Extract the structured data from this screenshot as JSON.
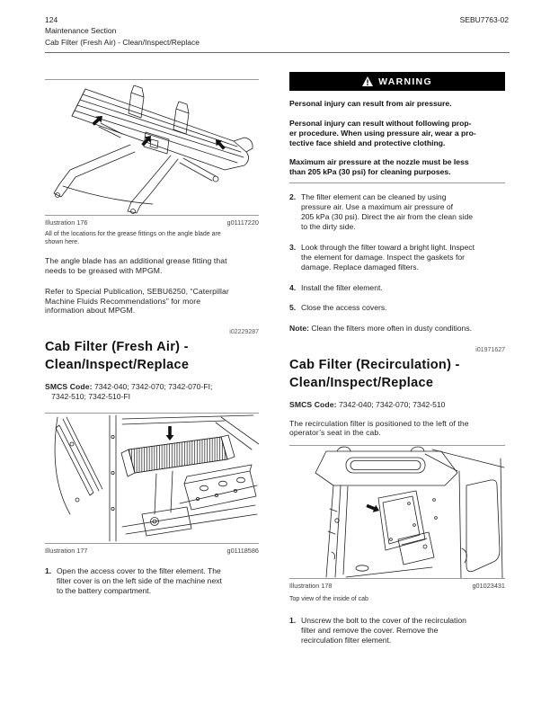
{
  "page": {
    "number": "124",
    "doc_code": "SEBU7763-02",
    "section": "Maintenance Section",
    "section_sub": "Cab Filter (Fresh Air) - Clean/Inspect/Replace"
  },
  "left": {
    "fig176": {
      "label": "Illustration 176",
      "code": "g01117220",
      "caption": [
        "All of the locations for the grease fittings on the angle blade are",
        "shown here."
      ]
    },
    "para_grease": [
      "The angle blade has an additional grease fitting that",
      "needs to be greased with MPGM."
    ],
    "para_refer": [
      "Refer to Special Publication, SEBU6250, “Caterpillar",
      "Machine Fluids Recommendations” for more",
      "information about MPGM."
    ],
    "fresh": {
      "id_code": "i02229287",
      "title": [
        "Cab Filter (Fresh Air) -",
        "Clean/Inspect/Replace"
      ],
      "smcs_label": "SMCS Code:",
      "smcs_value": [
        "7342-040; 7342-070; 7342-070-FI;",
        "   7342-510; 7342-510-FI"
      ]
    },
    "fig177": {
      "label": "Illustration 177",
      "code": "g01118586"
    },
    "step1": {
      "num": "1.",
      "text": [
        "Open the access cover to the filter element. The",
        "filter cover is on the left side of the machine next",
        "to the battery compartment."
      ]
    }
  },
  "right": {
    "warning": {
      "title": "WARNING",
      "p1": [
        "Personal injury can result from air pressure."
      ],
      "p2": [
        "Personal injury can result without following prop-",
        "er procedure. When using pressure air, wear a pro-",
        "tective face shield and protective clothing."
      ],
      "p3": [
        "Maximum air pressure at the nozzle must be less",
        "than 205 kPa (30 psi) for cleaning purposes."
      ]
    },
    "step2": {
      "num": "2.",
      "text": [
        "The filter element can be cleaned by using",
        "pressure air. Use a maximum air pressure of",
        "205 kPa (30 psi). Direct the air from the clean side",
        "to the dirty side."
      ]
    },
    "step3": {
      "num": "3.",
      "text": [
        "Look through the filter toward a bright light. Inspect",
        "the element for damage. Inspect the gaskets for",
        "damage. Replace damaged filters."
      ]
    },
    "step4": {
      "num": "4.",
      "text": [
        "Install the filter element."
      ]
    },
    "step5": {
      "num": "5.",
      "text": [
        "Close the access covers."
      ]
    },
    "note": {
      "label": "Note:",
      "text": "Clean the filters more often in dusty conditions."
    },
    "recirc": {
      "id_code": "i01971627",
      "title": [
        "Cab Filter (Recirculation) -",
        "Clean/Inspect/Replace"
      ],
      "smcs_label": "SMCS Code:",
      "smcs_value": "7342-040; 7342-070; 7342-510",
      "intro": [
        "The recirculation filter is positioned to the left of the",
        "operator’s seat in the cab."
      ]
    },
    "fig178": {
      "label": "Illustration 178",
      "code": "g01023431",
      "caption": "Top view of the inside of cab"
    },
    "step1": {
      "num": "1.",
      "text": [
        "Unscrew the bolt to the cover of the recirculation",
        "filter and remove the cover. Remove the",
        "recirculation filter element."
      ]
    }
  },
  "icons": {
    "warning": "triangle-exclamation"
  },
  "ui_colors": {
    "page_bg": "#ffffff",
    "text": "#1f1f1f",
    "warning_bar_bg": "#000000",
    "warning_bar_text": "#ffffff",
    "rule": "#9a9a9a"
  }
}
